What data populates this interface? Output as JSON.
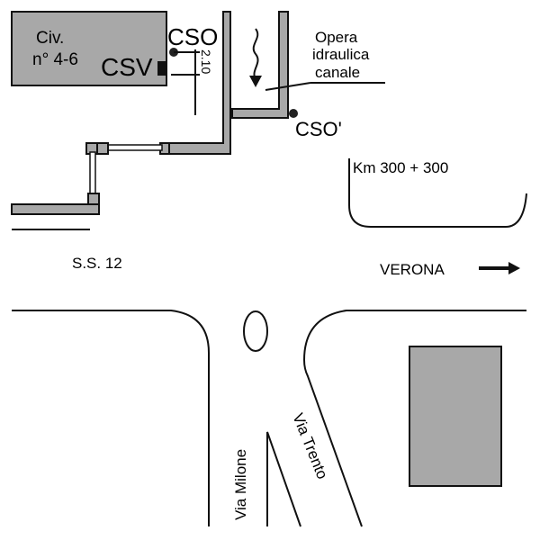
{
  "building": {
    "line1": "Civ.",
    "line2": "n° 4-6"
  },
  "labels": {
    "csv": "CSV",
    "cso": "CSO",
    "cso_prime": "CSO'",
    "dimension": "2.10",
    "opera_line1": "Opera",
    "opera_line2": "idraulica",
    "opera_line3": "canale",
    "km": "Km 300 + 300",
    "road": "S.S. 12",
    "direction": "VERONA",
    "via_milone": "Via Milone",
    "via_trento": "Via Trento"
  },
  "colors": {
    "fill": "#a8a8a8",
    "stroke": "#111111"
  }
}
